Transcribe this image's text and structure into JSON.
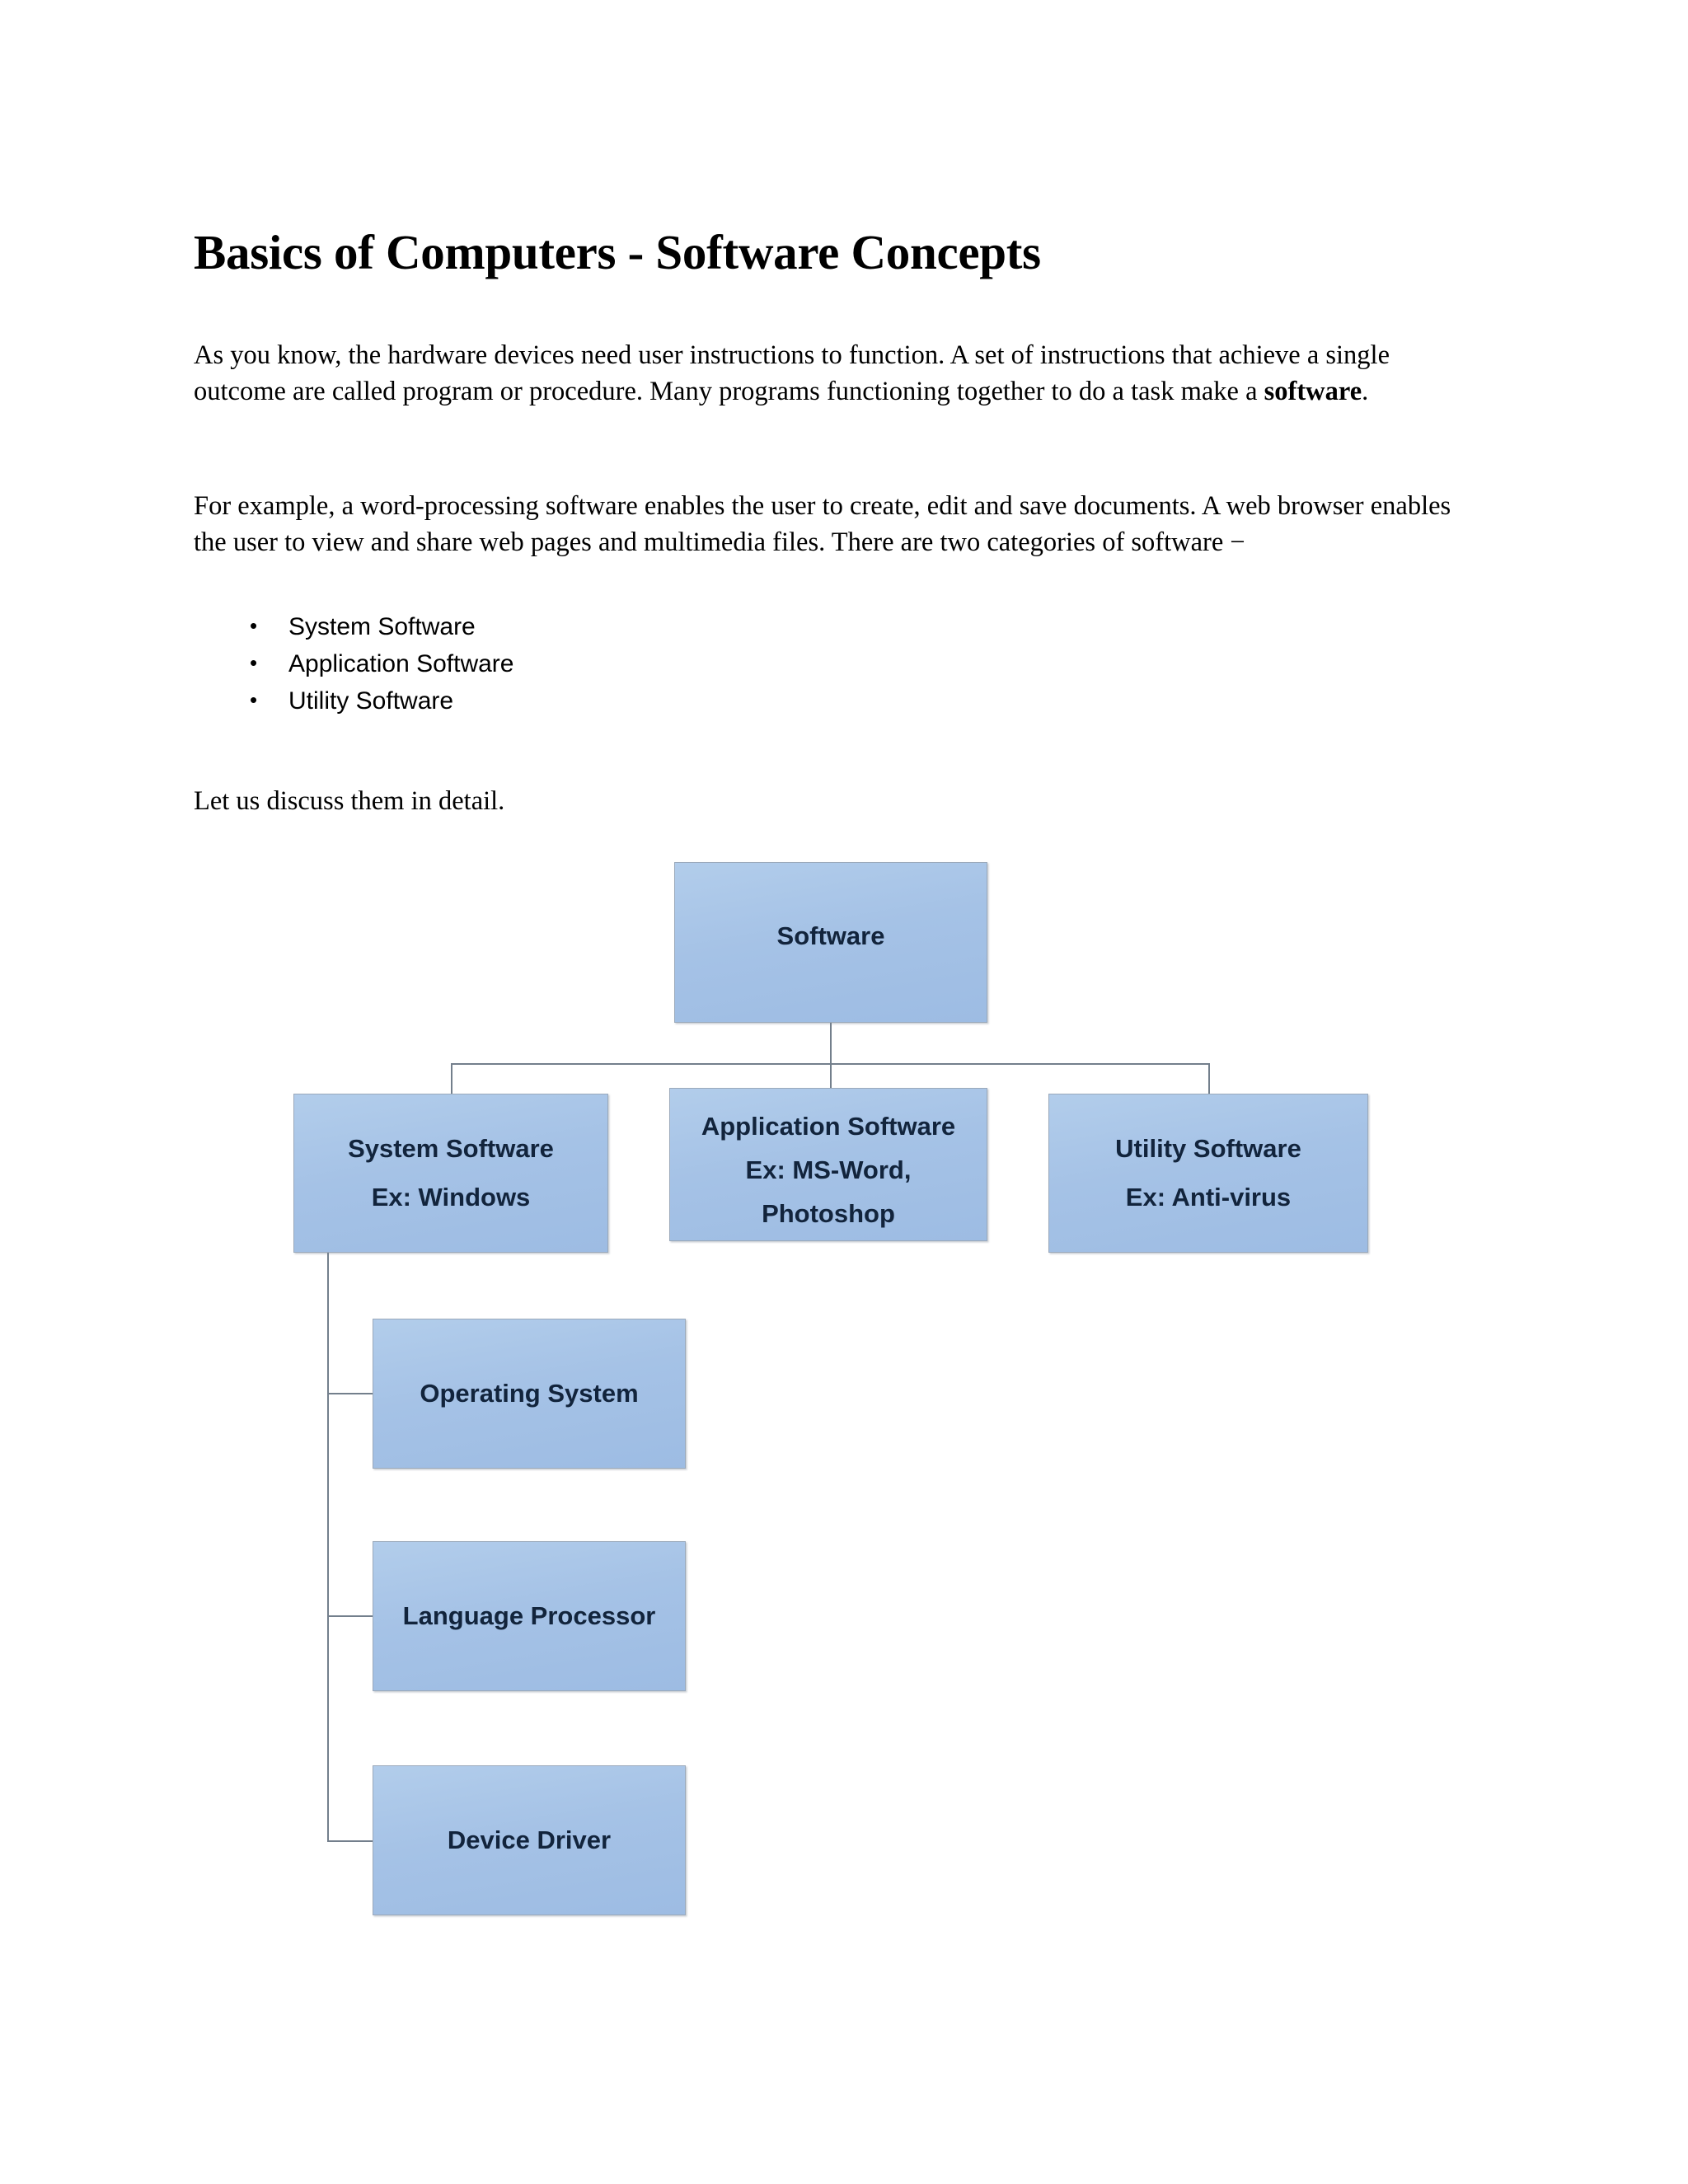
{
  "document": {
    "title": "Basics of Computers - Software Concepts",
    "paragraphs": {
      "intro_a": "As you know, the hardware devices need user instructions to function. A set of instructions that achieve a single outcome are called program or procedure. Many programs functioning together to do a task make a ",
      "intro_bold": "software",
      "intro_b": ".",
      "example": "For example, a word-processing software enables the user to create, edit and save documents. A web browser enables the user to view and share web pages and multimedia files. There are two categories of software −",
      "closing": "Let us discuss them in detail."
    },
    "bullets": [
      "System Software",
      "Application Software",
      "Utility Software"
    ]
  },
  "diagram": {
    "type": "hierarchy-tree",
    "box_fill_color": "#a8c6e8",
    "box_border_color": "#9aa9bb",
    "box_text_color": "#12243c",
    "connector_color": "#737f8c",
    "root": {
      "label": "Software"
    },
    "children": [
      {
        "line1": "System Software",
        "line2": "Ex: Windows",
        "line3": ""
      },
      {
        "line1": "Application Software",
        "line2": "Ex: MS-Word,",
        "line3": "Photoshop"
      },
      {
        "line1": "Utility Software",
        "line2": "Ex: Anti-virus",
        "line3": ""
      }
    ],
    "system_software_children": [
      {
        "label": "Operating System"
      },
      {
        "label": "Language Processor"
      },
      {
        "label": "Device Driver"
      }
    ]
  }
}
